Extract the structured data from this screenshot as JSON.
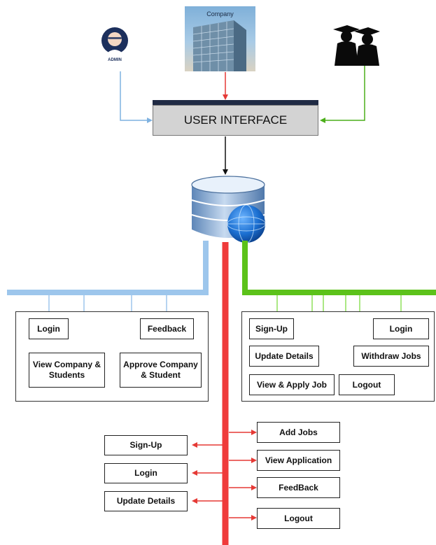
{
  "actors": {
    "admin_label": "ADMIN",
    "company_label": "Company"
  },
  "user_interface_label": "USER INTERFACE",
  "admin_panel": {
    "login": "Login",
    "feedback": "Feedback",
    "view_company_students": "View Company & Students",
    "approve_company_student": "Approve Company & Student"
  },
  "student_panel": {
    "sign_up": "Sign-Up",
    "login": "Login",
    "update_details": "Update Details",
    "withdraw_jobs": "Withdraw Jobs",
    "view_apply_job": "View & Apply Job",
    "logout": "Logout"
  },
  "company_left": {
    "sign_up": "Sign-Up",
    "login": "Login",
    "update_details": "Update Details"
  },
  "company_right": {
    "add_jobs": "Add Jobs",
    "view_application": "View Application",
    "feedback": "FeedBack",
    "logout": "Logout"
  },
  "colors": {
    "admin_line": "#9dc6ec",
    "company_line": "#ef3b3b",
    "student_line": "#5cc21a",
    "ui_bar_fill": "#d3d3d3",
    "ui_bar_top": "#1f2a44"
  },
  "icons": [
    "admin-avatar-icon",
    "company-building-icon",
    "graduates-icon",
    "database-icon",
    "globe-icon"
  ]
}
